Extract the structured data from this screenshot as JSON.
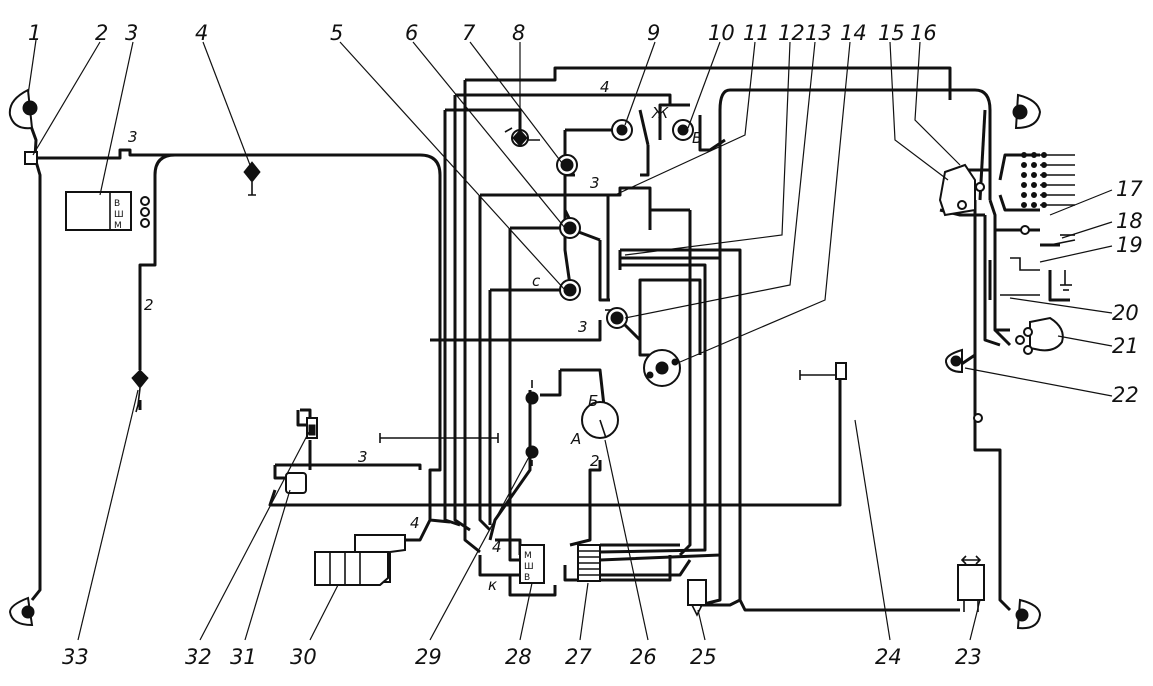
{
  "diagram": {
    "callouts": [
      "1",
      "2",
      "3",
      "4",
      "5",
      "6",
      "7",
      "8",
      "9",
      "10",
      "11",
      "12",
      "13",
      "14",
      "15",
      "16",
      "17",
      "18",
      "19",
      "20",
      "21",
      "22",
      "23",
      "24",
      "25",
      "26",
      "27",
      "28",
      "29",
      "30",
      "31",
      "32",
      "33"
    ],
    "wire_labels": {
      "w3a": "3",
      "w2": "2",
      "w4top": "4",
      "w3b": "3",
      "w3c": "3",
      "w3d": "3",
      "wc": "c",
      "wzh": "Ж",
      "wb": "Б",
      "w4low": "4",
      "w4c": "4",
      "wk": "к",
      "wB": "Б",
      "wA": "А",
      "w2b": "2"
    },
    "component_letters": {
      "c3_b": "В",
      "c3_sh": "Ш",
      "c3_m": "М",
      "c28_m": "М",
      "c28_sh": "Ш",
      "c28_b": "В"
    }
  }
}
